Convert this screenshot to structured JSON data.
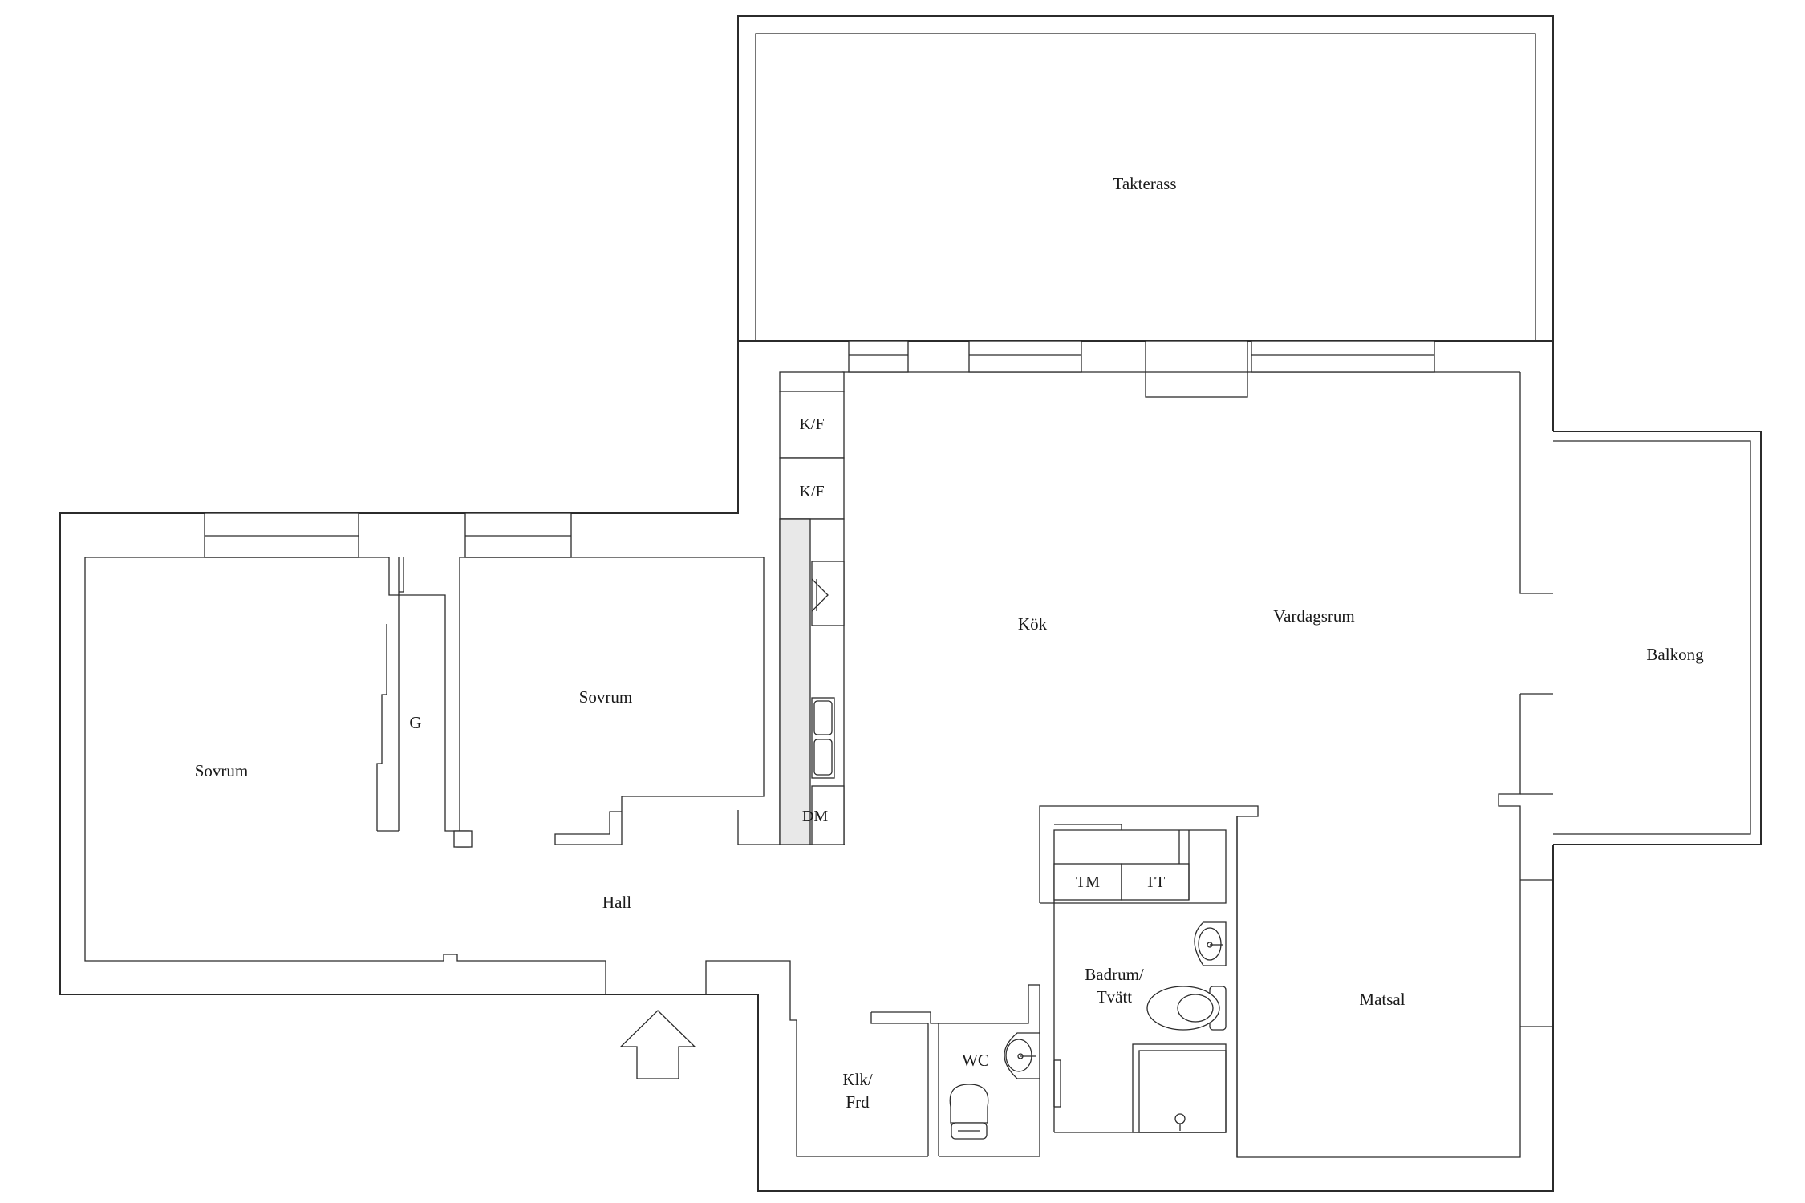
{
  "rooms": {
    "takterass": "Takterass",
    "kok": "Kök",
    "vardagsrum": "Vardagsrum",
    "balkong": "Balkong",
    "sovrum_left": "Sovrum",
    "sovrum_mid": "Sovrum",
    "garderob": "G",
    "hall": "Hall",
    "matsal": "Matsal",
    "badrum_line1": "Badrum/",
    "badrum_line2": "Tvätt",
    "wc": "WC",
    "klk_line1": "Klk/",
    "klk_line2": "Frd"
  },
  "appliances": {
    "kf_upper": "K/F",
    "kf_lower": "K/F",
    "dm": "DM",
    "tm": "TM",
    "tt": "TT"
  },
  "icons": {
    "entrance": "entrance-arrow-icon",
    "toilet": "toilet-icon",
    "sink": "sink-icon",
    "shower": "shower-icon",
    "stove": "stove-icon"
  }
}
